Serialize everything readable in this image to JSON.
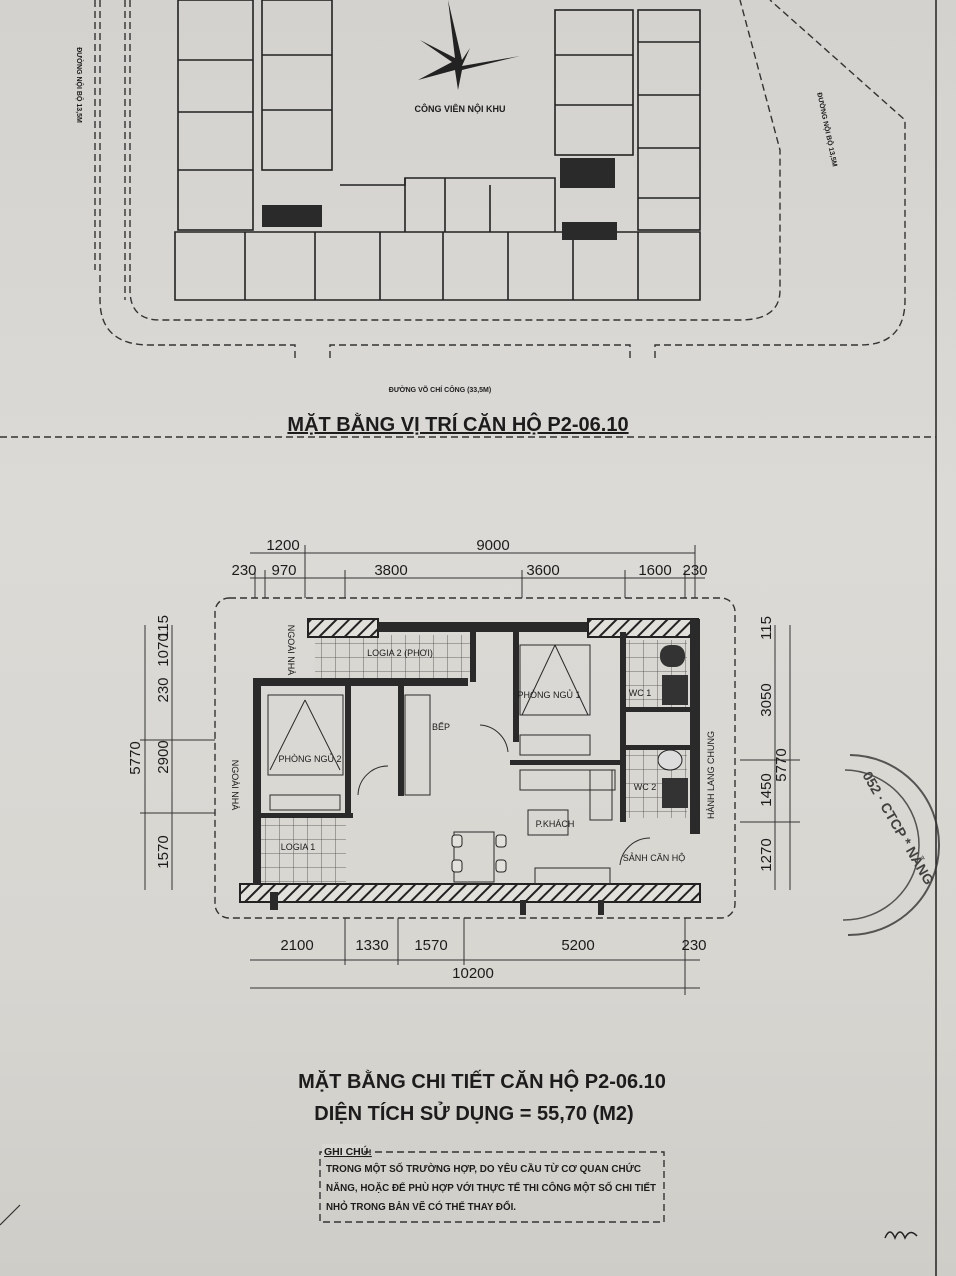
{
  "site_plan": {
    "park_label": "CÔNG VIÊN NỘI KHU",
    "road_left": "ĐƯỜNG NỘI BỘ 13,5M",
    "road_right": "ĐƯỜNG NỘI BỘ 13,5M",
    "road_bottom": "ĐƯỜNG VÕ CHÍ CÔNG (33,5M)",
    "title": "MẶT BẰNG VỊ TRÍ CĂN HỘ P2-06.10"
  },
  "floor_plan": {
    "dims_top_outer": [
      "1200",
      "9000"
    ],
    "dims_top_inner": [
      "230",
      "970",
      "3800",
      "3600",
      "1600",
      "230"
    ],
    "dims_bottom_inner": [
      "2100",
      "1330",
      "1570",
      "5200",
      "230"
    ],
    "dims_bottom_outer": "10200",
    "dims_left_outer": "5770",
    "dims_left_inner": [
      "230",
      "1070",
      "115",
      "2900",
      "1570"
    ],
    "dims_right_inner": [
      "115",
      "3050",
      "1450",
      "1270"
    ],
    "dims_right_outer": "5770",
    "rooms": {
      "outside_top": "NGOÀI NHÀ",
      "outside_left": "NGOÀI NHÀ",
      "logia2": "LOGIA 2 (PHƠI)",
      "bedroom1": "PHÒNG NGỦ 1",
      "bedroom2": "PHÒNG NGỦ 2",
      "kitchen": "BẾP",
      "wc1": "WC 1",
      "wc2": "WC 2",
      "living": "P.KHÁCH",
      "logia1": "LOGIA 1",
      "lobby": "SẢNH CĂN HỘ",
      "corridor": "HÀNH LANG CHUNG"
    },
    "title": "MẶT BẰNG CHI TIẾT CĂN HỘ P2-06.10",
    "area": "DIỆN TÍCH SỬ DỤNG = 55,70 (M2)"
  },
  "notes": {
    "heading": "GHI CHÚ:",
    "lines": [
      "TRONG MỘT SỐ TRƯỜNG HỢP, DO YÊU CẦU TỪ CƠ QUAN CHỨC",
      "NĂNG, HOẶC ĐỂ PHÙ HỢP VỚI THỰC TẾ THI CÔNG MỘT SỐ CHI TIẾT",
      "NHỎ TRONG BẢN VẼ CÓ THỂ THAY ĐỔI."
    ]
  },
  "stamp": {
    "text": "052 · CTCP * NẴNG"
  }
}
